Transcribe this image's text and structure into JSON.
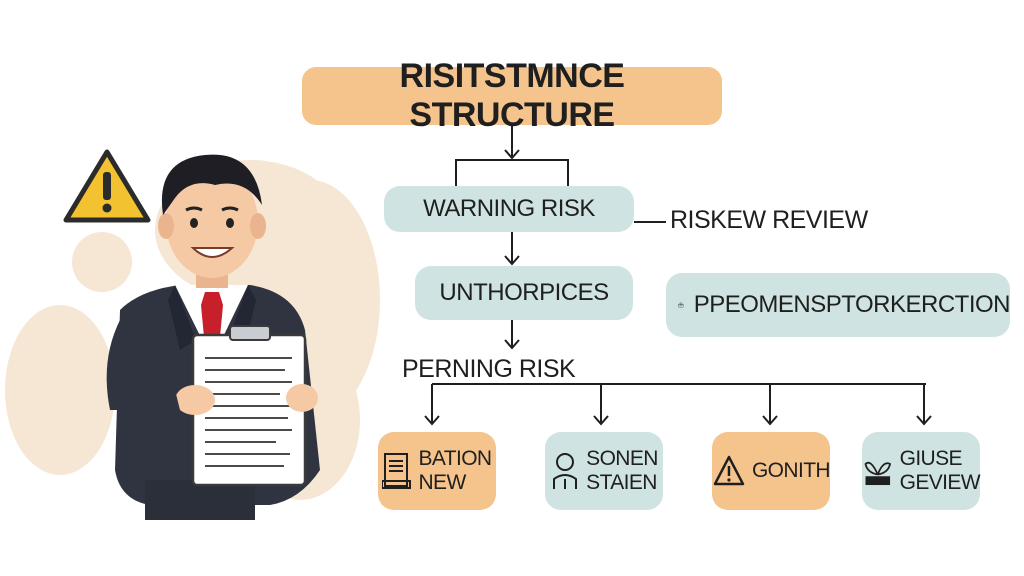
{
  "diagram": {
    "title": "RISITSTMNCE STRUCTURE",
    "level1": "WARNING RISK",
    "level1_side": "RISKEW REVIEW",
    "level2": "UNTHORPICES",
    "level2_side": "PPEOMENSPTORKERCTION",
    "branch_label": "PERNING RISK",
    "leaves": [
      {
        "line1": "BATION",
        "line2": "NEW",
        "icon": "document-icon",
        "color": "#f5c48d"
      },
      {
        "line1": "SONEN",
        "line2": "STAIEN",
        "icon": "person-icon",
        "color": "#cfe4e2"
      },
      {
        "line1": "GONITH",
        "line2": "",
        "icon": "warning-icon",
        "color": "#f5c48d"
      },
      {
        "line1": "GIUSE",
        "line2": "GEVIEW",
        "icon": "plant-icon",
        "color": "#cfe4e2"
      }
    ]
  },
  "illustration": {
    "subject": "businessman-holding-clipboard",
    "warning_icon": "warning-triangle-icon",
    "colors": {
      "suit": "#2f3440",
      "tie": "#c8202a",
      "skin": "#f4c9a4",
      "hair": "#1e1e24",
      "blob": "#f6e6d4",
      "warning": "#f2c230"
    }
  }
}
